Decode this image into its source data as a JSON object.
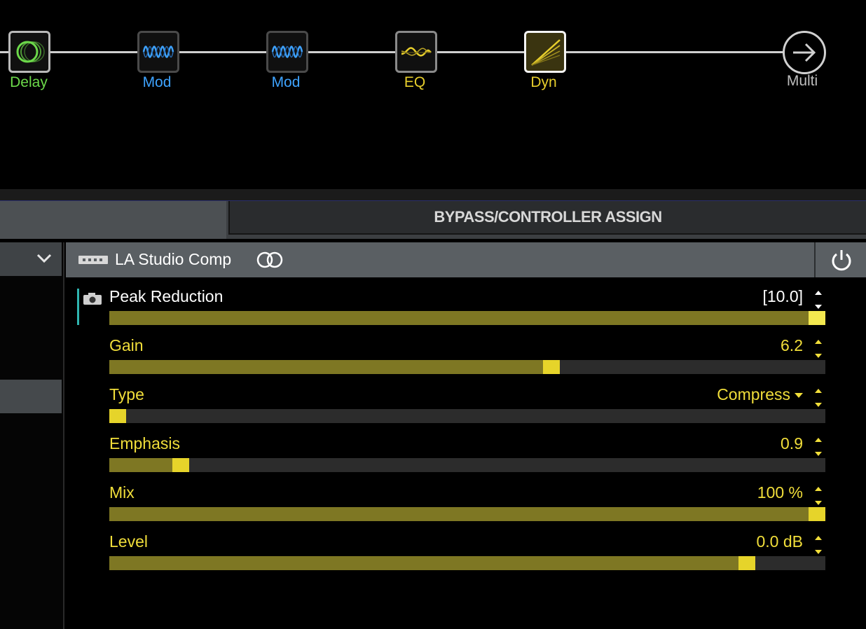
{
  "chain": {
    "blocks": [
      {
        "label": "Delay",
        "color": "#6cd94a",
        "icon": "delay-icon"
      },
      {
        "label": "Mod",
        "color": "#3ea3ff",
        "icon": "mod-wave-icon"
      },
      {
        "label": "Mod",
        "color": "#3ea3ff",
        "icon": "mod-wave-icon"
      },
      {
        "label": "EQ",
        "color": "#e8cf2c",
        "icon": "eq-curve-icon"
      },
      {
        "label": "Dyn",
        "color": "#e8cf2c",
        "icon": "dyn-compressor-icon"
      }
    ],
    "output": {
      "label": "Multi",
      "icon": "arrow-right-icon"
    }
  },
  "tabs": {
    "bypass_label": "BYPASS/CONTROLLER ASSIGN"
  },
  "model": {
    "name": "LA Studio Comp",
    "stereo_icon": "stereo-rings-icon",
    "power_icon": "power-icon"
  },
  "params": [
    {
      "label": "Peak Reduction",
      "value": "[10.0]",
      "fraction": 1.0,
      "selected": true
    },
    {
      "label": "Gain",
      "value": "6.2",
      "fraction": 0.62
    },
    {
      "label": "Type",
      "value": "Compress",
      "fraction": 0.0,
      "dropdown": true
    },
    {
      "label": "Emphasis",
      "value": "0.9",
      "fraction": 0.09
    },
    {
      "label": "Mix",
      "value": "100 %",
      "fraction": 1.0
    },
    {
      "label": "Level",
      "value": "0.0 dB",
      "fraction": 0.9
    }
  ],
  "colors": {
    "accent_yellow": "#f1de3a",
    "fill_olive": "#7e7723",
    "focus_teal": "#2fb5b0"
  }
}
